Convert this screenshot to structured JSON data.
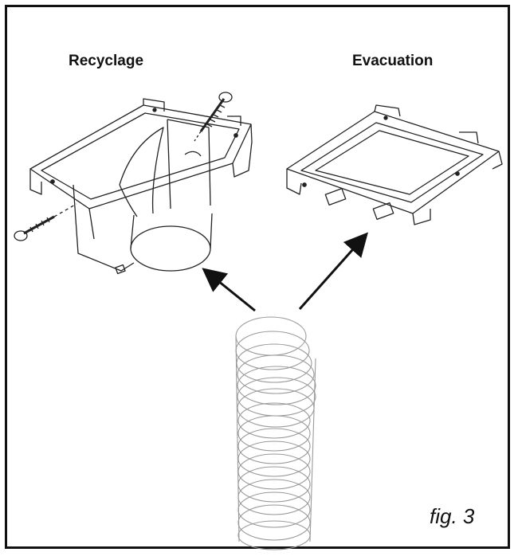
{
  "labels": {
    "left": "Recyclage",
    "right": "Evacuation",
    "figure": "fig. 3"
  },
  "icons": [
    "screw-icon",
    "arrow-icon"
  ],
  "colors": {
    "ink": "#111111",
    "hose": "#9a9a9a"
  }
}
